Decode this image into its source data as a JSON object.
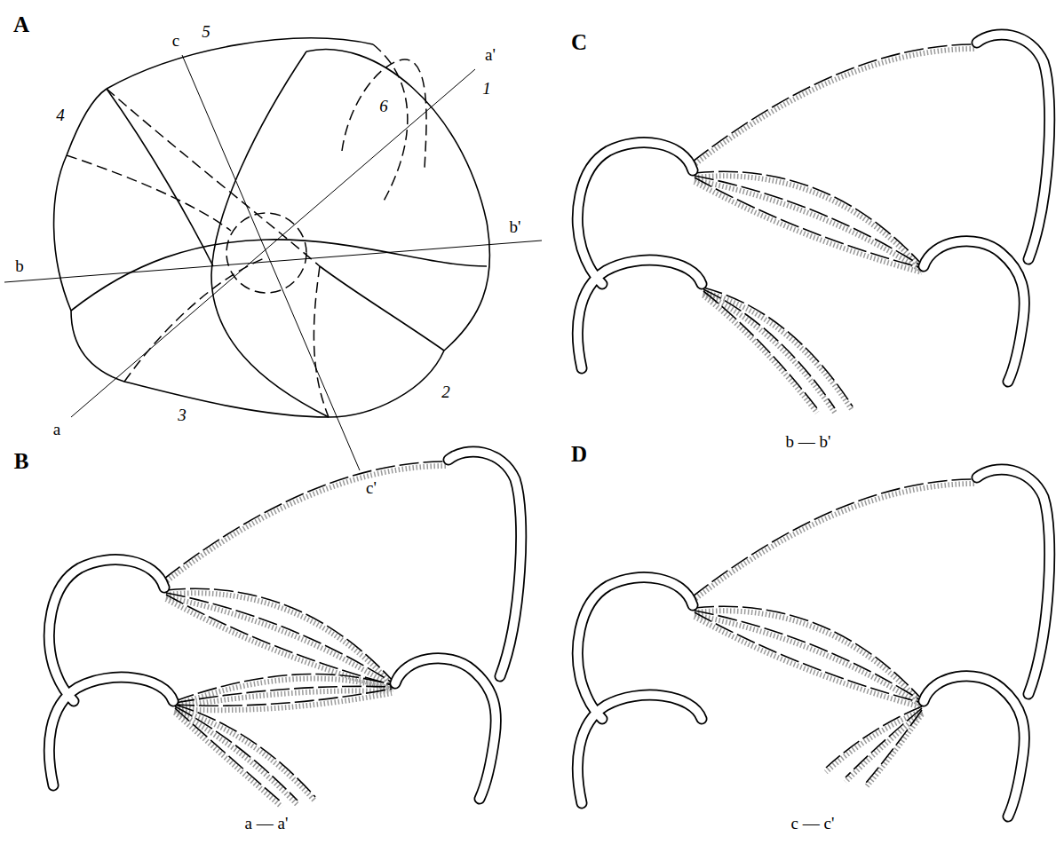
{
  "diagram": {
    "labels": [
      "A",
      "c",
      "5",
      "a'",
      "6",
      "1",
      "4",
      "b",
      "b'",
      "a",
      "3",
      "2",
      "c'",
      "C",
      "b — b'",
      "D",
      "B",
      "a — a'",
      "c — c'"
    ]
  }
}
